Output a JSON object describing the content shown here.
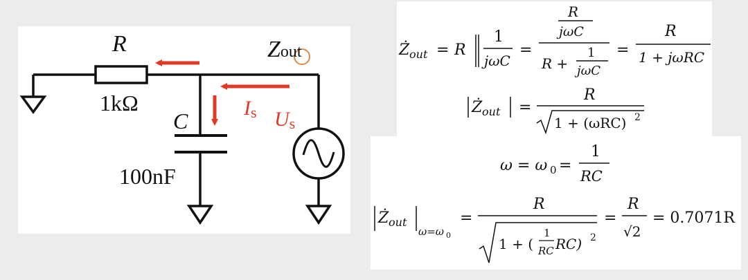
{
  "circuit": {
    "resistor_label": "R",
    "resistor_value": "1kΩ",
    "capacitor_label": "C",
    "capacitor_value": "100nF",
    "zout_label_base": "Z",
    "zout_label_sub": "out",
    "current_label_base": "I",
    "current_label_sub": "s",
    "voltage_label_base": "U",
    "voltage_label_sub": "s",
    "accent_color": "#e03a26"
  },
  "equations": {
    "eq1": {
      "lhs": "Ż",
      "lhs_sub": "out",
      "equals": "=",
      "r": "R",
      "frac1_num": "1",
      "frac1_den": "jωC",
      "inner_num": "R",
      "inner_den": "jωC",
      "plus_r": "R +",
      "small_num": "1",
      "small_den": "jωC",
      "final_num": "R",
      "final_den": "1 + jωRC"
    },
    "eq2": {
      "lhs": "Ż",
      "lhs_sub": "out",
      "num": "R",
      "den": "1 + (ωRC)",
      "den_exp": "2"
    },
    "eq3": {
      "lhs": "ω = ω",
      "lhs_sub": "0",
      "num": "1",
      "den": "RC"
    },
    "eq4": {
      "lhs": "Ż",
      "lhs_sub": "out",
      "cond": "ω=ω",
      "cond_sub": "0",
      "num": "R",
      "den_pre": "1 + (",
      "den_frac_num": "1",
      "den_frac_den": "RC",
      "den_post": "RC)",
      "den_exp": "2",
      "mid_num": "R",
      "mid_den": "√2",
      "result": "= 0.7071R"
    }
  }
}
